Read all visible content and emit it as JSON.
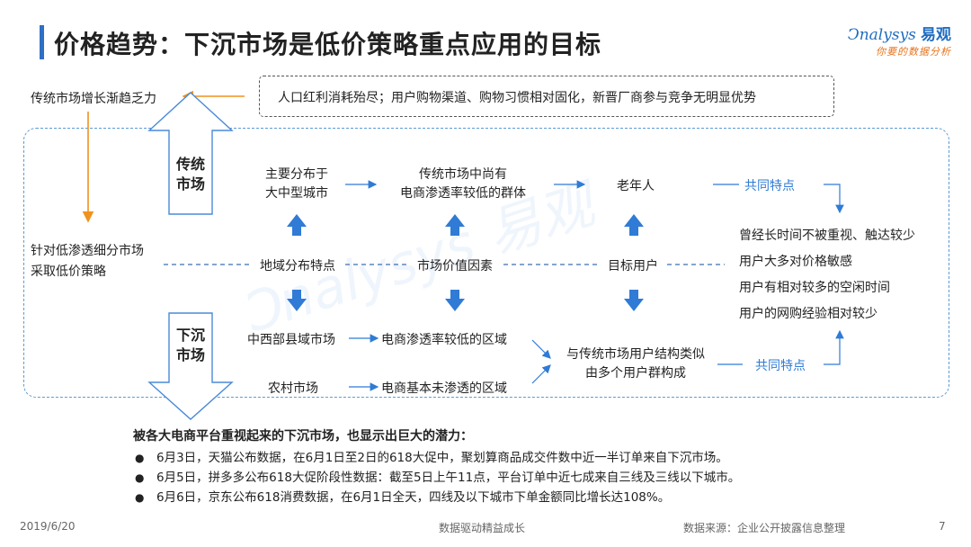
{
  "header": {
    "title": "价格趋势：下沉市场是低价策略重点应用的目标",
    "logo_en": "nalysys",
    "logo_cn": "易观",
    "logo_tag": "你要的数据分析"
  },
  "diagram": {
    "top_left_label": "传统市场增长渐趋乏力",
    "top_box": "人口红利消耗殆尽；用户购物渠道、购物习惯相对固化，新晋厂商参与竞争无明显优势",
    "left_label": [
      "针对低渗透细分市场",
      "采取低价策略"
    ],
    "traditional_label": [
      "传统",
      "市场"
    ],
    "sinking_label": [
      "下沉",
      "市场"
    ],
    "top_row": {
      "a": [
        "主要分布于",
        "大中型城市"
      ],
      "b": [
        "传统市场中尚有",
        "电商渗透率较低的群体"
      ],
      "c": "老年人",
      "common": "共同特点"
    },
    "middle_row": {
      "a": "地域分布特点",
      "b": "市场价值因素",
      "c": "目标用户"
    },
    "bottom_rows": {
      "a1": "中西部县域市场",
      "b1": "电商渗透率较低的区域",
      "a2": "农村市场",
      "b2": "电商基本未渗透的区域",
      "c": [
        "与传统市场用户结构类似",
        "由多个用户群构成"
      ],
      "common": "共同特点"
    },
    "features": [
      "曾经长时间不被重视、触达较少",
      "用户大多对价格敏感",
      "用户有相对较多的空闲时间",
      "用户的网购经验相对较少"
    ]
  },
  "notes": {
    "heading": "被各大电商平台重视起来的下沉市场，也显示出巨大的潜力：",
    "items": [
      "6月3日，天猫公布数据，在6月1日至2日的618大促中，聚划算商品成交件数中近一半订单来自下沉市场。",
      "6月5日，拼多多公布618大促阶段性数据：截至5日上午11点，平台订单中近七成来自三线及三线以下城市。",
      "6月6日，京东公布618消费数据，在6月1日全天，四线及以下城市下单金额同比增长达108%。"
    ]
  },
  "footer": {
    "date": "2019/6/20",
    "center": "数据驱动精益成长",
    "source": "数据来源：企业公开披露信息整理",
    "page": "7"
  },
  "colors": {
    "accent_blue": "#2f7bd6",
    "arrow_orange": "#f0921e",
    "title_bar": "#2f6fc4"
  }
}
